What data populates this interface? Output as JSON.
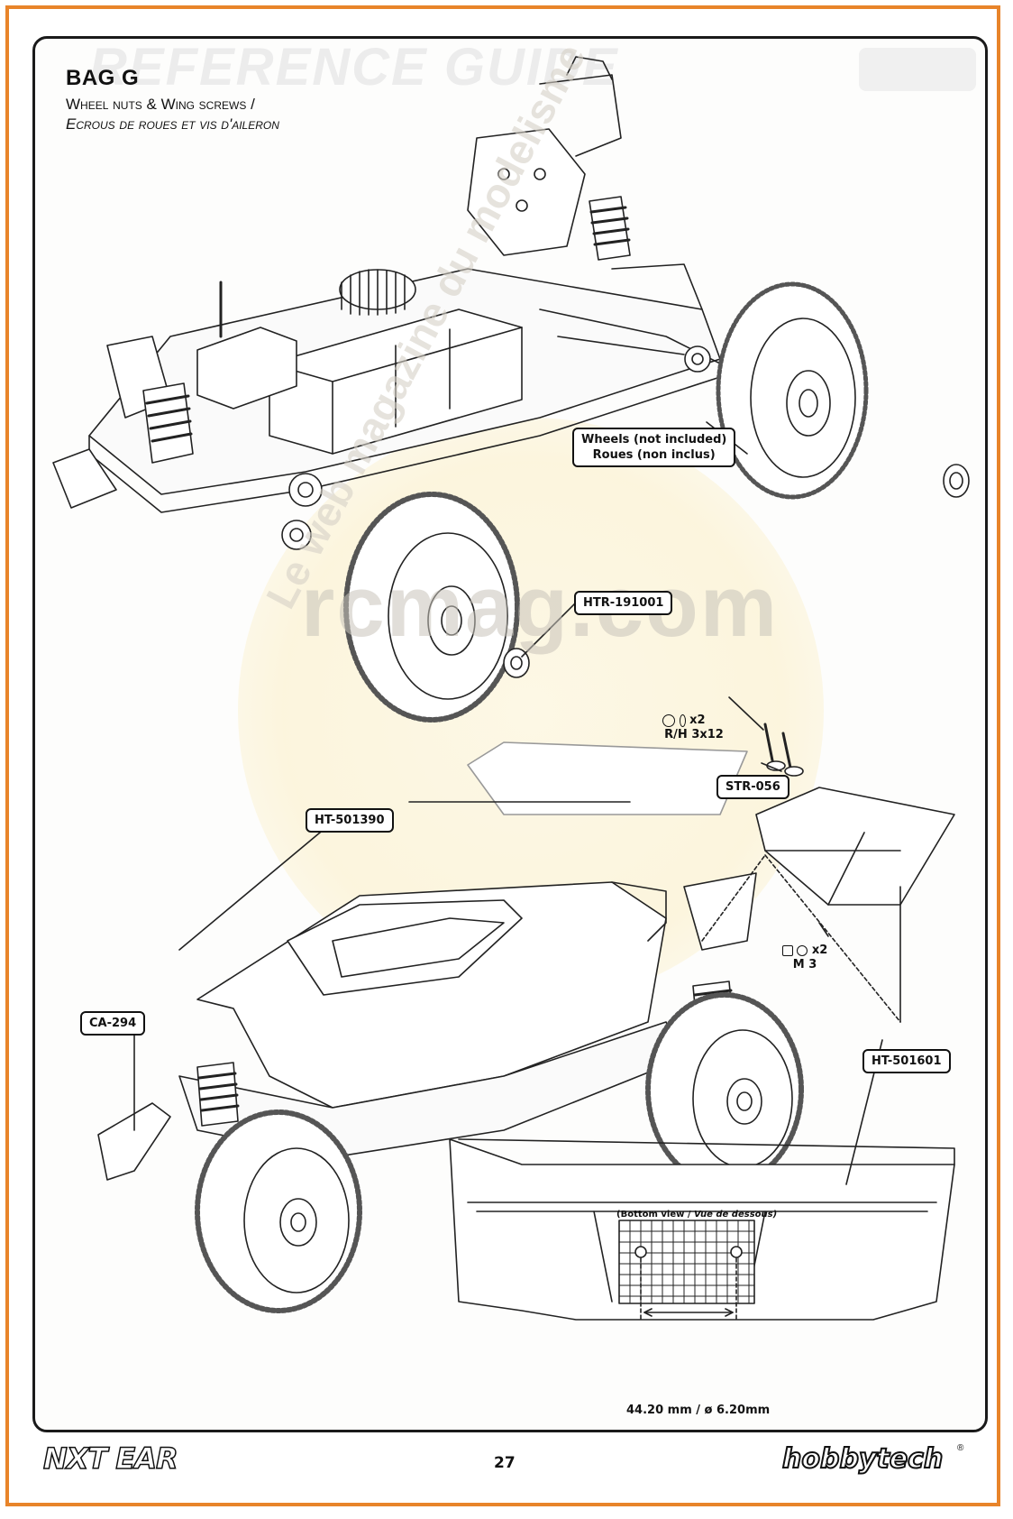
{
  "background_heading": "REFERENCE GUIDE",
  "header": {
    "bag_title": "BAG G",
    "subtitle_en": "Wheel nuts & Wing screws /",
    "subtitle_fr": "Ecrous de roues et vis d'aileron"
  },
  "watermark": {
    "domain": "rcmag.com",
    "tagline": "Le web magazine du modelisme"
  },
  "callouts": {
    "wheels_en": "Wheels (not included)",
    "wheels_fr": "Roues (non inclus)",
    "wheel_nut": "HTR-191001",
    "wing_screws_qty": "x2",
    "wing_screws_size": "R/H 3x12",
    "wing_washer": "STR-056",
    "body_clip": "HT-501390",
    "nut_qty": "x2",
    "nut_size": "M 3",
    "front_part": "CA-294",
    "wing": "HT-501601"
  },
  "wing_detail": {
    "caption_en": "(Bottom view /",
    "caption_fr": "Vue de dessous)",
    "dimension": "44.20 mm / ø 6.20mm"
  },
  "footer": {
    "page_number": "27",
    "left_logo": "NXT EAR",
    "right_logo": "hobbytech",
    "registered": "®"
  },
  "colors": {
    "page_border": "#e8842a",
    "frame": "#1a1a1a",
    "watermark_disc": "#fbf2d3",
    "line_art": "#222222"
  }
}
